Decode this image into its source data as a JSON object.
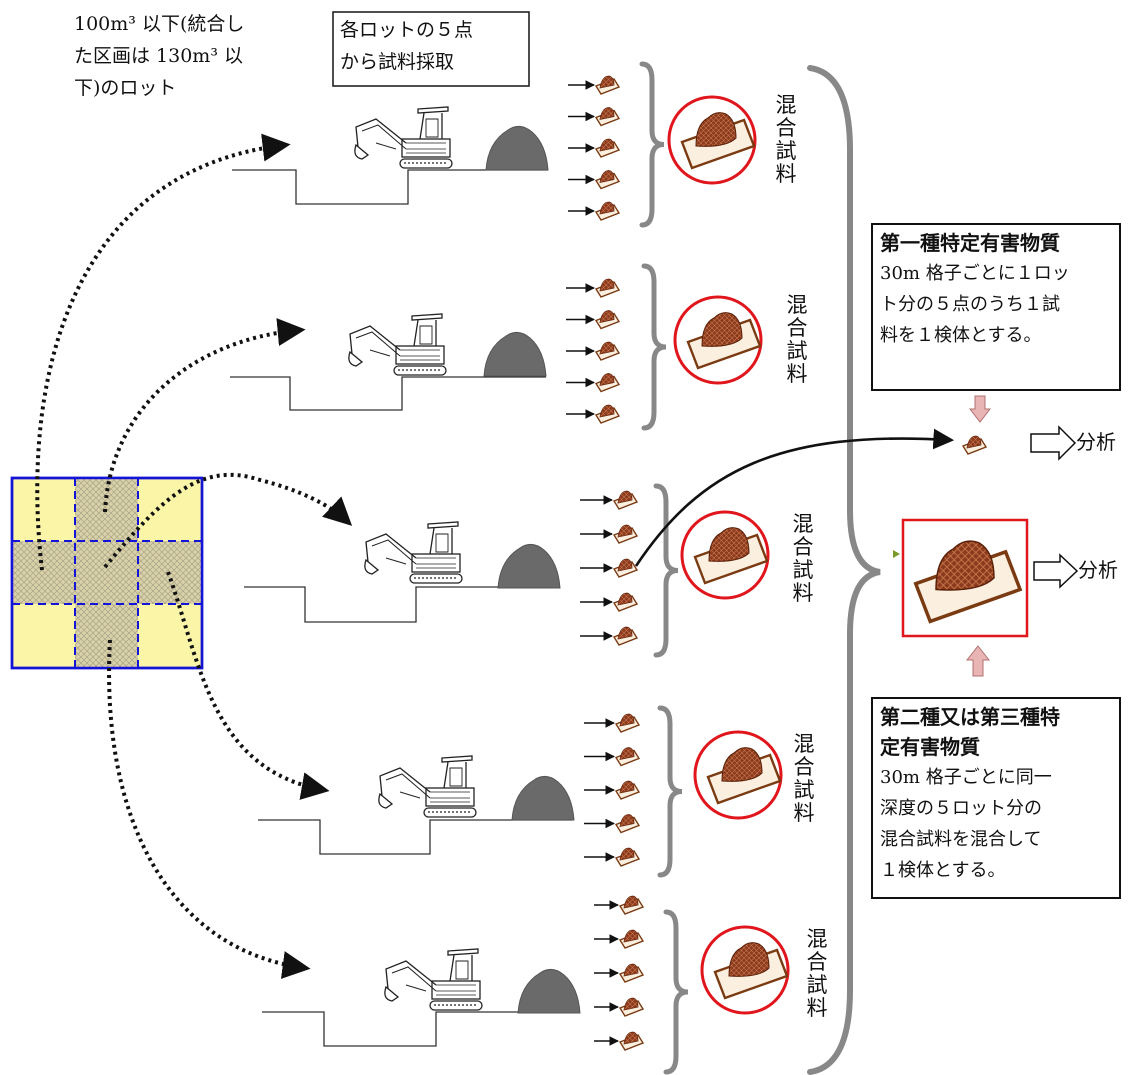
{
  "lot_note": "100m³ 以下(統合し\nた区画は 130m³ 以\n下)のロット",
  "sampling_note": "各ロットの５点\nから試料採取",
  "mixed_sample_label": "混合試料",
  "first_class_box": {
    "title": "第一種特定有害物質",
    "body": "30m 格子ごとに１ロッ\nト分の５点のうち１試\n料を１検体とする。"
  },
  "second_class_box": {
    "title": "第二種又は第三種特\n定有害物質",
    "body": "30m 格子ごとに同一\n深度の５ロット分の\n混合試料を混合して\n１検体とする。"
  },
  "analysis_label": "分析",
  "colors": {
    "grid_fill": "#fbf5a8",
    "grid_hatched": "#d8d1a6",
    "grid_border": "#1414d8",
    "circle": "#e0161c",
    "soil": "#8b3a1e",
    "tray": "#fbefe0",
    "tray_border": "#7a3a12",
    "brace": "#888888",
    "pile": "#6a6a6a",
    "up_arrow": "#e8b4b4"
  },
  "icons": [
    "excavator-icon",
    "soil-pile-icon",
    "soil-sample-icon",
    "arrow-right-icon",
    "hollow-arrow-icon"
  ]
}
